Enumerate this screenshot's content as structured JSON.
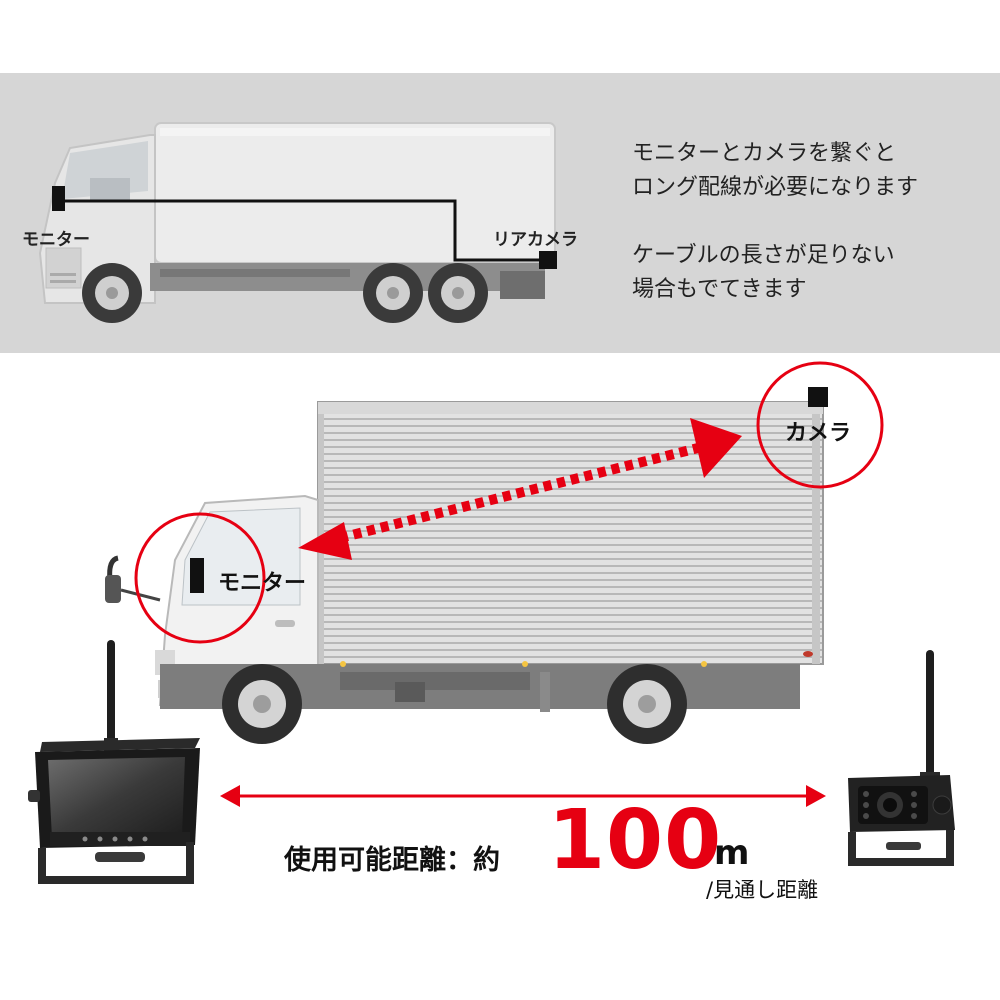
{
  "wired": {
    "monitor_label": "モニター",
    "camera_label": "リアカメラ",
    "desc_line1": "モニターとカメラを繋ぐと",
    "desc_line2": "ロング配線が必要になります",
    "desc_line3": "ケーブルの長さが足りない",
    "desc_line4": "場合もでてきます"
  },
  "wireless": {
    "monitor_label": "モニター",
    "camera_label": "カメラ",
    "distance_label": "使用可能距離：約",
    "distance_value": "100",
    "distance_unit": "m",
    "distance_note": "/見通し距離"
  },
  "colors": {
    "accent_red": "#e60012",
    "panel_gray": "#d6d6d6"
  }
}
